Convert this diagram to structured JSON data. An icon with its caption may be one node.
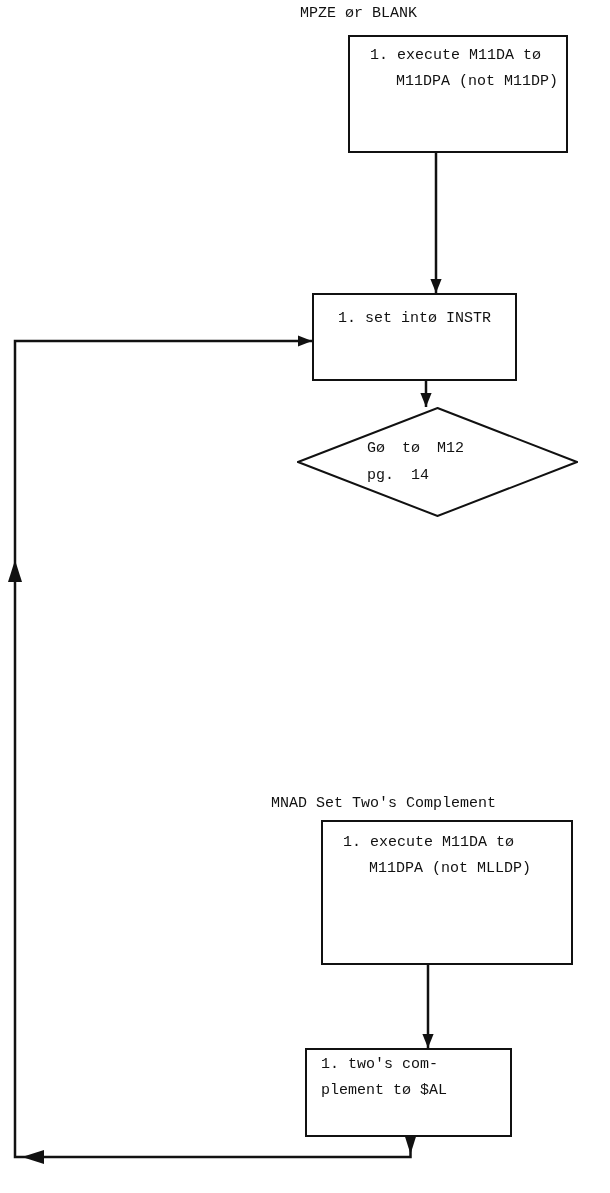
{
  "diagram": {
    "nodes": [
      {
        "text": [
          "MPZE ør BLANK",
          "1. execute M11DA tø M11DPA (not M11DP)"
        ]
      },
      {
        "text": [
          "1. set intø INSTR"
        ]
      },
      {
        "text": [
          "Gø tø M12 pg. 14"
        ]
      },
      {
        "text": [
          "MNAD Set Two's Complement",
          "1. execute M11DA tø M11DPA (not MLLDP)"
        ]
      },
      {
        "text": [
          "1. two's com- plement tø $AL"
        ]
      }
    ],
    "edges": [
      {
        "from": 0,
        "to": 1,
        "arrow": "to"
      },
      {
        "from": 1,
        "to": 2,
        "arrow": "to"
      },
      {
        "from": 3,
        "to": 4,
        "arrow": "to"
      },
      {
        "from": 4,
        "to": 1,
        "arrow": "to"
      }
    ]
  }
}
